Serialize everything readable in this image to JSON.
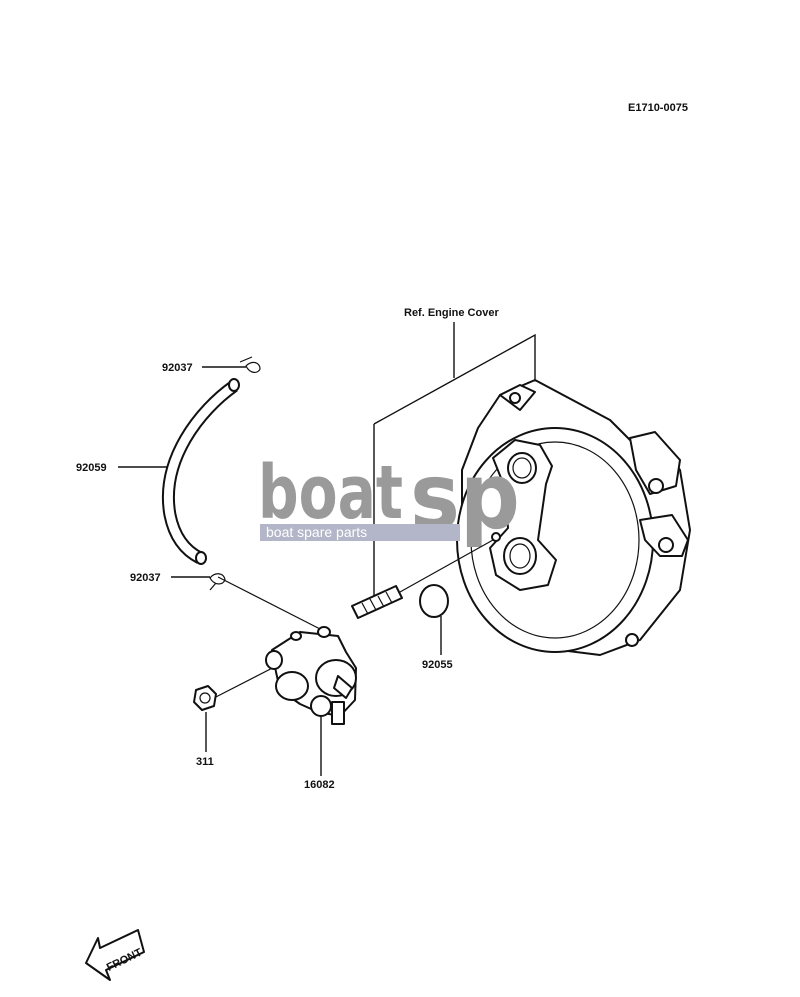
{
  "drawing_code": "E1710-0075",
  "reference_label": "Ref. Engine Cover",
  "parts": {
    "clamp_top": "92037",
    "hose": "92059",
    "clamp_bottom": "92037",
    "o_ring": "92055",
    "nut": "311",
    "oil_pump": "16082"
  },
  "front_arrow_text": "FRONT",
  "watermark": {
    "brand_left": "boat",
    "brand_right": "sp",
    "tagline": "boat spare parts",
    "accent_color": "#9a9a9a",
    "band_color": "#b3b6c8"
  }
}
